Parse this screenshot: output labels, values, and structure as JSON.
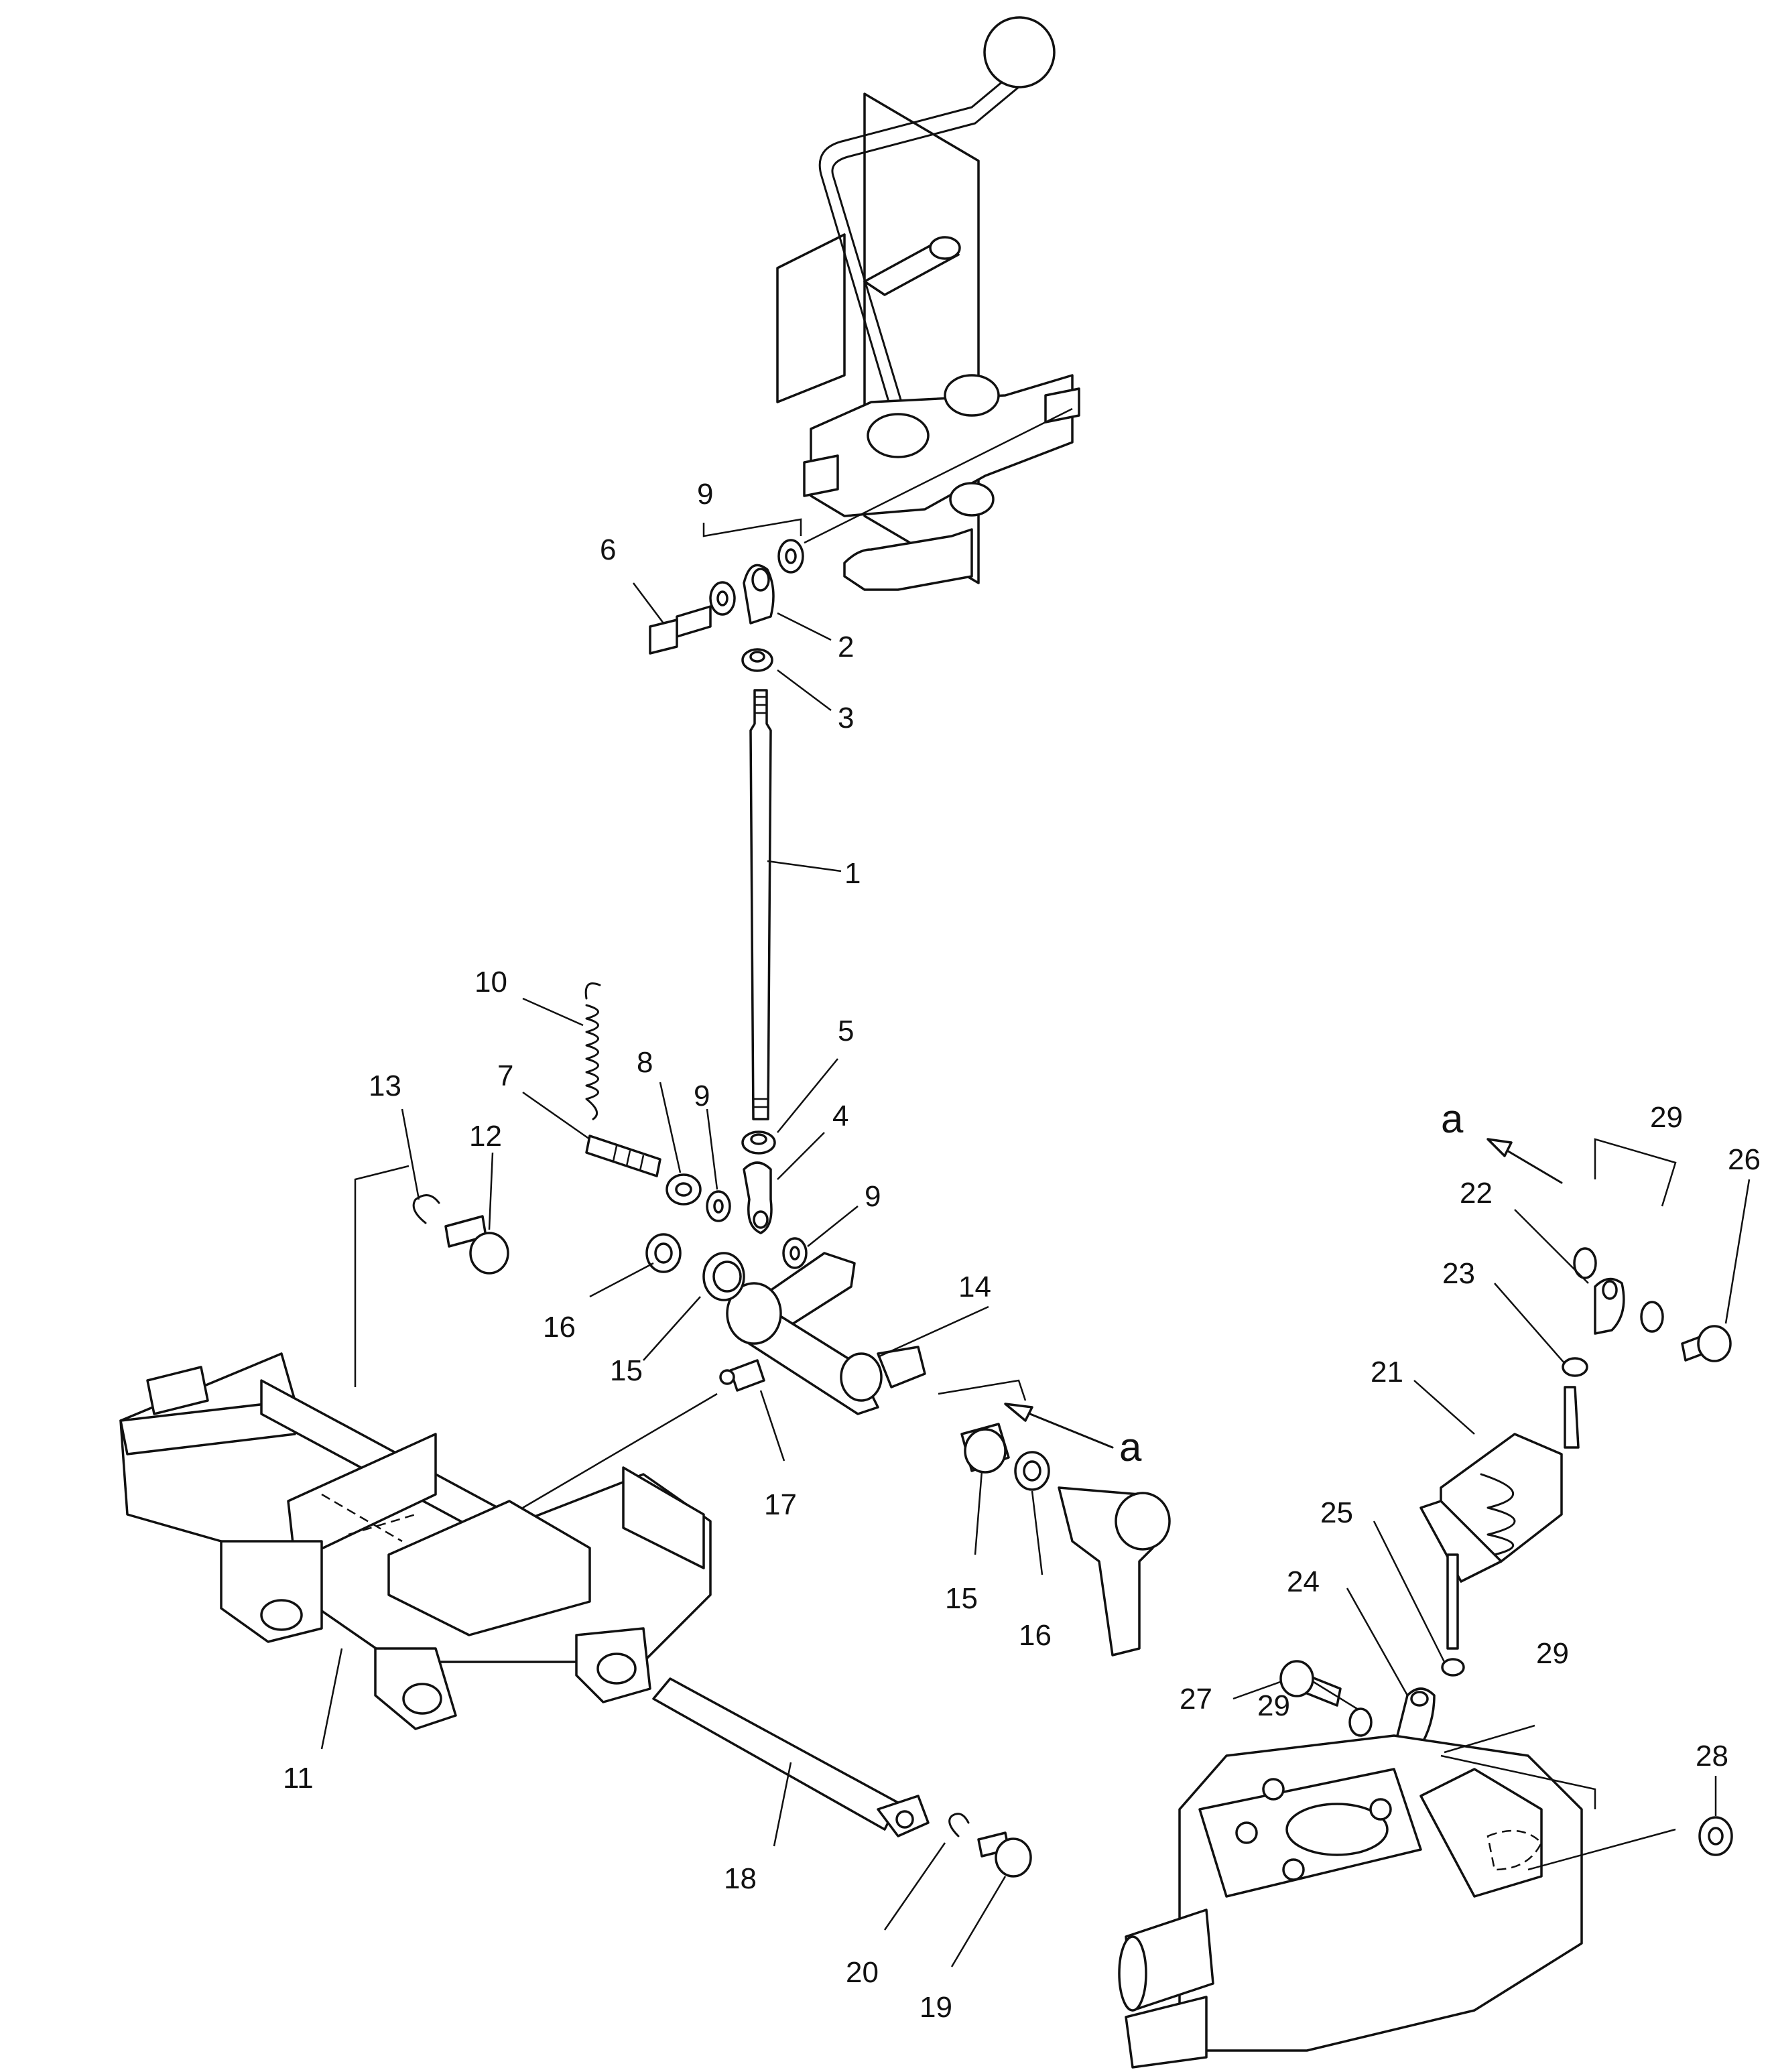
{
  "callouts": [
    {
      "id": "c1",
      "text": "1"
    },
    {
      "id": "c2",
      "text": "2"
    },
    {
      "id": "c3",
      "text": "3"
    },
    {
      "id": "c4",
      "text": "4"
    },
    {
      "id": "c5",
      "text": "5"
    },
    {
      "id": "c6",
      "text": "6"
    },
    {
      "id": "c7",
      "text": "7"
    },
    {
      "id": "c8",
      "text": "8"
    },
    {
      "id": "c9a",
      "text": "9"
    },
    {
      "id": "c9b",
      "text": "9"
    },
    {
      "id": "c9c",
      "text": "9"
    },
    {
      "id": "c10",
      "text": "10"
    },
    {
      "id": "c11",
      "text": "11"
    },
    {
      "id": "c12",
      "text": "12"
    },
    {
      "id": "c13",
      "text": "13"
    },
    {
      "id": "c14",
      "text": "14"
    },
    {
      "id": "c15a",
      "text": "15"
    },
    {
      "id": "c15b",
      "text": "15"
    },
    {
      "id": "c16a",
      "text": "16"
    },
    {
      "id": "c16b",
      "text": "16"
    },
    {
      "id": "c17",
      "text": "17"
    },
    {
      "id": "c18",
      "text": "18"
    },
    {
      "id": "c19",
      "text": "19"
    },
    {
      "id": "c20",
      "text": "20"
    },
    {
      "id": "c21",
      "text": "21"
    },
    {
      "id": "c22",
      "text": "22"
    },
    {
      "id": "c23",
      "text": "23"
    },
    {
      "id": "c24",
      "text": "24"
    },
    {
      "id": "c25",
      "text": "25"
    },
    {
      "id": "c26",
      "text": "26"
    },
    {
      "id": "c27",
      "text": "27"
    },
    {
      "id": "c28",
      "text": "28"
    },
    {
      "id": "c29a",
      "text": "29"
    },
    {
      "id": "c29b",
      "text": "29"
    },
    {
      "id": "c29c",
      "text": "29"
    },
    {
      "id": "ca1",
      "text": "a"
    },
    {
      "id": "ca2",
      "text": "a"
    }
  ]
}
